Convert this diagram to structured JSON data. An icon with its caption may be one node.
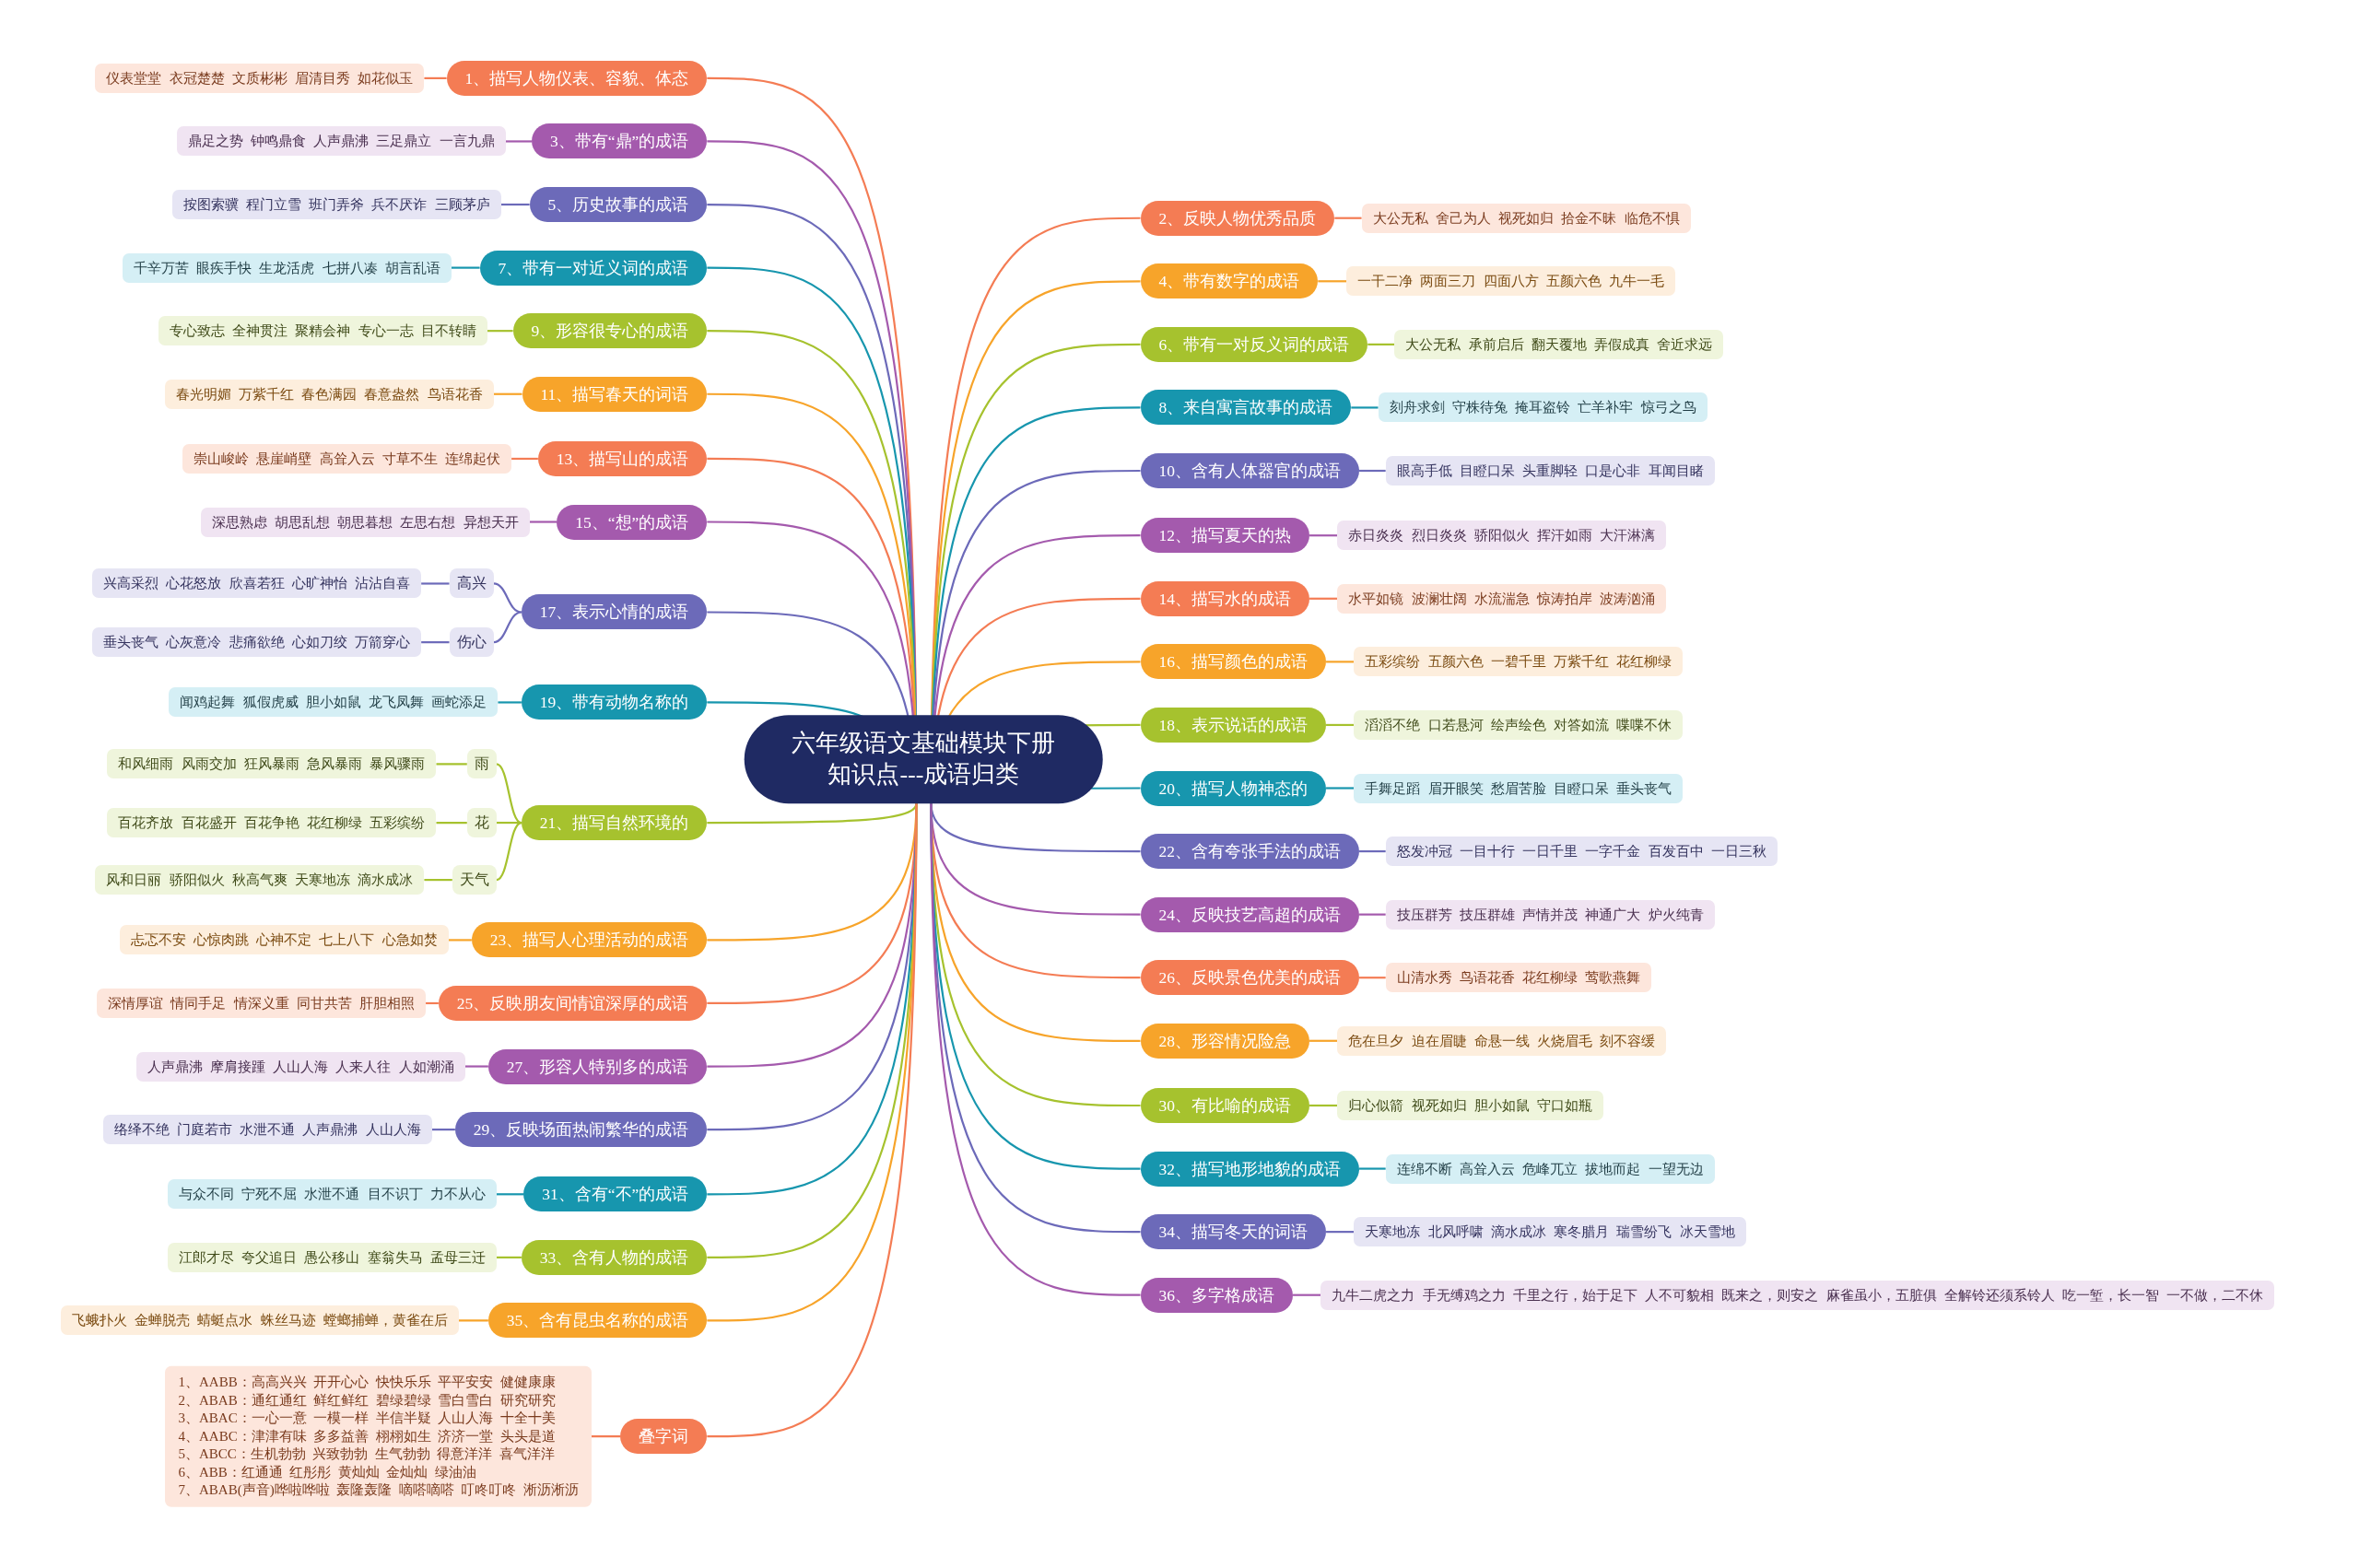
{
  "diagram": {
    "nodes": [
      {
        "text": [
          "六年级语文基础模块下册知识点---成语归类"
        ]
      },
      {
        "text": [
          "1、描写人物仪表、容貌、体态"
        ]
      },
      {
        "text": [
          "仪表堂堂 衣冠楚楚 文质彬彬 眉清目秀 如花似玉"
        ]
      },
      {
        "text": [
          "3、带有“鼎”的成语"
        ]
      },
      {
        "text": [
          "鼎足之势 钟鸣鼎食 人声鼎沸 三足鼎立 一言九鼎"
        ]
      },
      {
        "text": [
          "5、历史故事的成语"
        ]
      },
      {
        "text": [
          "按图索骥 程门立雪 班门弄斧 兵不厌诈 三顾茅庐"
        ]
      },
      {
        "text": [
          "7、带有一对近义词的成语"
        ]
      },
      {
        "text": [
          "千辛万苦 眼疾手快 生龙活虎 七拼八凑 胡言乱语"
        ]
      },
      {
        "text": [
          "9、形容很专心的成语"
        ]
      },
      {
        "text": [
          "专心致志 全神贯注 聚精会神 专心一志 目不转睛"
        ]
      },
      {
        "text": [
          "11、描写春天的词语"
        ]
      },
      {
        "text": [
          "春光明媚 万紫千红 春色满园 春意盎然 鸟语花香"
        ]
      },
      {
        "text": [
          "13、描写山的成语"
        ]
      },
      {
        "text": [
          "崇山峻岭 悬崖峭壁 高耸入云 寸草不生 连绵起伏"
        ]
      },
      {
        "text": [
          "15、“想”的成语"
        ]
      },
      {
        "text": [
          "深思熟虑 胡思乱想 朝思暮想 左思右想 异想天开"
        ]
      },
      {
        "text": [
          "17、表示心情的成语"
        ]
      },
      {
        "text": [
          "高兴"
        ]
      },
      {
        "text": [
          "兴高采烈 心花怒放 欣喜若狂 心旷神怡 沾沾自喜"
        ]
      },
      {
        "text": [
          "伤心"
        ]
      },
      {
        "text": [
          "垂头丧气 心灰意冷 悲痛欲绝 心如刀绞 万箭穿心"
        ]
      },
      {
        "text": [
          "19、带有动物名称的"
        ]
      },
      {
        "text": [
          "闻鸡起舞 狐假虎威 胆小如鼠 龙飞凤舞 画蛇添足"
        ]
      },
      {
        "text": [
          "21、描写自然环境的"
        ]
      },
      {
        "text": [
          "雨"
        ]
      },
      {
        "text": [
          "和风细雨 风雨交加 狂风暴雨 急风暴雨 暴风骤雨"
        ]
      },
      {
        "text": [
          "花"
        ]
      },
      {
        "text": [
          "百花齐放 百花盛开 百花争艳 花红柳绿 五彩缤纷"
        ]
      },
      {
        "text": [
          "天气"
        ]
      },
      {
        "text": [
          "风和日丽 骄阳似火 秋高气爽 天寒地冻 滴水成冰"
        ]
      },
      {
        "text": [
          "23、描写人心理活动的成语"
        ]
      },
      {
        "text": [
          "忐忑不安 心惊肉跳 心神不定 七上八下 心急如焚"
        ]
      },
      {
        "text": [
          "25、反映朋友间情谊深厚的成语"
        ]
      },
      {
        "text": [
          "深情厚谊 情同手足 情深义重 同甘共苦 肝胆相照"
        ]
      },
      {
        "text": [
          "27、形容人特别多的成语"
        ]
      },
      {
        "text": [
          "人声鼎沸 摩肩接踵 人山人海 人来人往 人如潮涌"
        ]
      },
      {
        "text": [
          "29、反映场面热闹繁华的成语"
        ]
      },
      {
        "text": [
          "络绎不绝 门庭若市 水泄不通 人声鼎沸 人山人海"
        ]
      },
      {
        "text": [
          "31、含有“不”的成语"
        ]
      },
      {
        "text": [
          "与众不同 宁死不屈 水泄不通 目不识丁 力不从心"
        ]
      },
      {
        "text": [
          "33、含有人物的成语"
        ]
      },
      {
        "text": [
          "江郎才尽 夸父追日 愚公移山 塞翁失马 孟母三迁"
        ]
      },
      {
        "text": [
          "35、含有昆虫名称的成语"
        ]
      },
      {
        "text": [
          "飞蛾扑火 金蝉脱壳 蜻蜓点水 蛛丝马迹 螳螂捕蝉，黄雀在后"
        ]
      },
      {
        "text": [
          "叠字词"
        ]
      },
      {
        "text": [
          "1、AABB：高高兴兴 开开心心 快快乐乐 平平安安 健健康康",
          "2、ABAB：通红通红 鲜红鲜红 碧绿碧绿 雪白雪白 研究研究",
          "3、ABAC：一心一意 一模一样 半信半疑 人山人海 十全十美",
          "4、AABC：津津有味 多多益善 栩栩如生 济济一堂 头头是道",
          "5、ABCC：生机勃勃 兴致勃勃 生气勃勃 得意洋洋 喜气洋洋",
          "6、ABB：红通通 红彤彤 黄灿灿 金灿灿 绿油油",
          "7、ABAB(声音)哗啦哗啦 轰隆轰隆 嘀嗒嘀嗒 叮咚叮咚 淅沥淅沥"
        ]
      },
      {
        "text": [
          "2、反映人物优秀品质"
        ]
      },
      {
        "text": [
          "大公无私 舍己为人 视死如归 拾金不昧 临危不惧"
        ]
      },
      {
        "text": [
          "4、带有数字的成语"
        ]
      },
      {
        "text": [
          "一干二净 两面三刀 四面八方 五颜六色 九牛一毛"
        ]
      },
      {
        "text": [
          "6、带有一对反义词的成语"
        ]
      },
      {
        "text": [
          "大公无私 承前启后 翻天覆地 弄假成真 舍近求远"
        ]
      },
      {
        "text": [
          "8、来自寓言故事的成语"
        ]
      },
      {
        "text": [
          "刻舟求剑 守株待兔 掩耳盗铃 亡羊补牢 惊弓之鸟"
        ]
      },
      {
        "text": [
          "10、含有人体器官的成语"
        ]
      },
      {
        "text": [
          "眼高手低 目瞪口呆 头重脚轻 口是心非 耳闻目睹"
        ]
      },
      {
        "text": [
          "12、描写夏天的热"
        ]
      },
      {
        "text": [
          "赤日炎炎 烈日炎炎 骄阳似火 挥汗如雨 大汗淋漓"
        ]
      },
      {
        "text": [
          "14、描写水的成语"
        ]
      },
      {
        "text": [
          "水平如镜 波澜壮阔 水流湍急 惊涛拍岸 波涛汹涌"
        ]
      },
      {
        "text": [
          "16、描写颜色的成语"
        ]
      },
      {
        "text": [
          "五彩缤纷 五颜六色 一碧千里 万紫千红 花红柳绿"
        ]
      },
      {
        "text": [
          "18、表示说话的成语"
        ]
      },
      {
        "text": [
          "滔滔不绝 口若悬河 绘声绘色 对答如流 喋喋不休"
        ]
      },
      {
        "text": [
          "20、描写人物神态的"
        ]
      },
      {
        "text": [
          "手舞足蹈 眉开眼笑 愁眉苦脸 目瞪口呆 垂头丧气"
        ]
      },
      {
        "text": [
          "22、含有夸张手法的成语"
        ]
      },
      {
        "text": [
          "怒发冲冠 一目十行 一日千里 一字千金 百发百中 一日三秋"
        ]
      },
      {
        "text": [
          "24、反映技艺高超的成语"
        ]
      },
      {
        "text": [
          "技压群芳 技压群雄 声情并茂 神通广大 炉火纯青"
        ]
      },
      {
        "text": [
          "26、反映景色优美的成语"
        ]
      },
      {
        "text": [
          "山清水秀 鸟语花香 花红柳绿 莺歌燕舞"
        ]
      },
      {
        "text": [
          "28、形容情况险急"
        ]
      },
      {
        "text": [
          "危在旦夕 迫在眉睫 命悬一线 火烧眉毛 刻不容缓"
        ]
      },
      {
        "text": [
          "30、有比喻的成语"
        ]
      },
      {
        "text": [
          "归心似箭 视死如归 胆小如鼠 守口如瓶"
        ]
      },
      {
        "text": [
          "32、描写地形地貌的成语"
        ]
      },
      {
        "text": [
          "连绵不断 高耸入云 危峰兀立 拔地而起 一望无边"
        ]
      },
      {
        "text": [
          "34、描写冬天的词语"
        ]
      },
      {
        "text": [
          "天寒地冻 北风呼啸 滴水成冰 寒冬腊月 瑞雪纷飞 冰天雪地"
        ]
      },
      {
        "text": [
          "36、多字格成语"
        ]
      },
      {
        "text": [
          "九牛二虎之力 手无缚鸡之力 千里之行，始于足下 人不可貌相 既来之，则安之 麻雀虽小，五脏俱 全解铃还须系铃人 吃一堑，长一智 一不做，二不休"
        ]
      }
    ],
    "edges": [
      {
        "from": 0,
        "to": 1,
        "arrow": "none",
        "color": "#f47c54"
      },
      {
        "from": 0,
        "to": 3,
        "arrow": "none",
        "color": "#a45aad"
      },
      {
        "from": 0,
        "to": 5,
        "arrow": "none",
        "color": "#6c6ab9"
      },
      {
        "from": 0,
        "to": 7,
        "arrow": "none",
        "color": "#1796ae"
      },
      {
        "from": 0,
        "to": 9,
        "arrow": "none",
        "color": "#a6c22e"
      },
      {
        "from": 0,
        "to": 11,
        "arrow": "none",
        "color": "#f7a42a"
      },
      {
        "from": 0,
        "to": 13,
        "arrow": "none",
        "color": "#f47c54"
      },
      {
        "from": 0,
        "to": 15,
        "arrow": "none",
        "color": "#a45aad"
      },
      {
        "from": 0,
        "to": 17,
        "arrow": "none",
        "color": "#6c6ab9"
      },
      {
        "from": 0,
        "to": 22,
        "arrow": "none",
        "color": "#1796ae"
      },
      {
        "from": 0,
        "to": 24,
        "arrow": "none",
        "color": "#a6c22e"
      },
      {
        "from": 0,
        "to": 31,
        "arrow": "none",
        "color": "#f7a42a"
      },
      {
        "from": 0,
        "to": 33,
        "arrow": "none",
        "color": "#f47c54"
      },
      {
        "from": 0,
        "to": 35,
        "arrow": "none",
        "color": "#a45aad"
      },
      {
        "from": 0,
        "to": 37,
        "arrow": "none",
        "color": "#6c6ab9"
      },
      {
        "from": 0,
        "to": 39,
        "arrow": "none",
        "color": "#1796ae"
      },
      {
        "from": 0,
        "to": 41,
        "arrow": "none",
        "color": "#a6c22e"
      },
      {
        "from": 0,
        "to": 43,
        "arrow": "none",
        "color": "#f7a42a"
      },
      {
        "from": 0,
        "to": 45,
        "arrow": "none",
        "color": "#f47c54"
      },
      {
        "from": 0,
        "to": 47,
        "arrow": "none",
        "color": "#f47c54"
      },
      {
        "from": 0,
        "to": 49,
        "arrow": "none",
        "color": "#f7a42a"
      },
      {
        "from": 0,
        "to": 51,
        "arrow": "none",
        "color": "#a6c22e"
      },
      {
        "from": 0,
        "to": 53,
        "arrow": "none",
        "color": "#1796ae"
      },
      {
        "from": 0,
        "to": 55,
        "arrow": "none",
        "color": "#6c6ab9"
      },
      {
        "from": 0,
        "to": 57,
        "arrow": "none",
        "color": "#a45aad"
      },
      {
        "from": 0,
        "to": 59,
        "arrow": "none",
        "color": "#f47c54"
      },
      {
        "from": 0,
        "to": 61,
        "arrow": "none",
        "color": "#f7a42a"
      },
      {
        "from": 0,
        "to": 63,
        "arrow": "none",
        "color": "#a6c22e"
      },
      {
        "from": 0,
        "to": 65,
        "arrow": "none",
        "color": "#1796ae"
      },
      {
        "from": 0,
        "to": 67,
        "arrow": "none",
        "color": "#6c6ab9"
      },
      {
        "from": 0,
        "to": 69,
        "arrow": "none",
        "color": "#a45aad"
      },
      {
        "from": 0,
        "to": 71,
        "arrow": "none",
        "color": "#f47c54"
      },
      {
        "from": 0,
        "to": 73,
        "arrow": "none",
        "color": "#f7a42a"
      },
      {
        "from": 0,
        "to": 75,
        "arrow": "none",
        "color": "#a6c22e"
      },
      {
        "from": 0,
        "to": 77,
        "arrow": "none",
        "color": "#1796ae"
      },
      {
        "from": 0,
        "to": 79,
        "arrow": "none",
        "color": "#6c6ab9"
      },
      {
        "from": 0,
        "to": 81,
        "arrow": "none",
        "color": "#a45aad"
      },
      {
        "from": 1,
        "to": 2,
        "arrow": "none",
        "color": "#f47c54"
      },
      {
        "from": 3,
        "to": 4,
        "arrow": "none",
        "color": "#a45aad"
      },
      {
        "from": 5,
        "to": 6,
        "arrow": "none",
        "color": "#6c6ab9"
      },
      {
        "from": 7,
        "to": 8,
        "arrow": "none",
        "color": "#1796ae"
      },
      {
        "from": 9,
        "to": 10,
        "arrow": "none",
        "color": "#a6c22e"
      },
      {
        "from": 11,
        "to": 12,
        "arrow": "none",
        "color": "#f7a42a"
      },
      {
        "from": 13,
        "to": 14,
        "arrow": "none",
        "color": "#f47c54"
      },
      {
        "from": 15,
        "to": 16,
        "arrow": "none",
        "color": "#a45aad"
      },
      {
        "from": 17,
        "to": 18,
        "arrow": "none",
        "color": "#6c6ab9"
      },
      {
        "from": 17,
        "to": 20,
        "arrow": "none",
        "color": "#6c6ab9"
      },
      {
        "from": 18,
        "to": 19,
        "arrow": "none",
        "color": "#6c6ab9"
      },
      {
        "from": 20,
        "to": 21,
        "arrow": "none",
        "color": "#6c6ab9"
      },
      {
        "from": 22,
        "to": 23,
        "arrow": "none",
        "color": "#1796ae"
      },
      {
        "from": 24,
        "to": 25,
        "arrow": "none",
        "color": "#a6c22e"
      },
      {
        "from": 24,
        "to": 27,
        "arrow": "none",
        "color": "#a6c22e"
      },
      {
        "from": 24,
        "to": 29,
        "arrow": "none",
        "color": "#a6c22e"
      },
      {
        "from": 25,
        "to": 26,
        "arrow": "none",
        "color": "#a6c22e"
      },
      {
        "from": 27,
        "to": 28,
        "arrow": "none",
        "color": "#a6c22e"
      },
      {
        "from": 29,
        "to": 30,
        "arrow": "none",
        "color": "#a6c22e"
      },
      {
        "from": 31,
        "to": 32,
        "arrow": "none",
        "color": "#f7a42a"
      },
      {
        "from": 33,
        "to": 34,
        "arrow": "none",
        "color": "#f47c54"
      },
      {
        "from": 35,
        "to": 36,
        "arrow": "none",
        "color": "#a45aad"
      },
      {
        "from": 37,
        "to": 38,
        "arrow": "none",
        "color": "#6c6ab9"
      },
      {
        "from": 39,
        "to": 40,
        "arrow": "none",
        "color": "#1796ae"
      },
      {
        "from": 41,
        "to": 42,
        "arrow": "none",
        "color": "#a6c22e"
      },
      {
        "from": 43,
        "to": 44,
        "arrow": "none",
        "color": "#f7a42a"
      },
      {
        "from": 45,
        "to": 46,
        "arrow": "none",
        "color": "#f47c54"
      },
      {
        "from": 47,
        "to": 48,
        "arrow": "none",
        "color": "#f47c54"
      },
      {
        "from": 49,
        "to": 50,
        "arrow": "none",
        "color": "#f7a42a"
      },
      {
        "from": 51,
        "to": 52,
        "arrow": "none",
        "color": "#a6c22e"
      },
      {
        "from": 53,
        "to": 54,
        "arrow": "none",
        "color": "#1796ae"
      },
      {
        "from": 55,
        "to": 56,
        "arrow": "none",
        "color": "#6c6ab9"
      },
      {
        "from": 57,
        "to": 58,
        "arrow": "none",
        "color": "#a45aad"
      },
      {
        "from": 59,
        "to": 60,
        "arrow": "none",
        "color": "#f47c54"
      },
      {
        "from": 61,
        "to": 62,
        "arrow": "none",
        "color": "#f7a42a"
      },
      {
        "from": 63,
        "to": 64,
        "arrow": "none",
        "color": "#a6c22e"
      },
      {
        "from": 65,
        "to": 66,
        "arrow": "none",
        "color": "#1796ae"
      },
      {
        "from": 67,
        "to": 68,
        "arrow": "none",
        "color": "#6c6ab9"
      },
      {
        "from": 69,
        "to": 70,
        "arrow": "none",
        "color": "#a45aad"
      },
      {
        "from": 71,
        "to": 72,
        "arrow": "none",
        "color": "#f47c54"
      },
      {
        "from": 73,
        "to": 74,
        "arrow": "none",
        "color": "#f7a42a"
      },
      {
        "from": 75,
        "to": 76,
        "arrow": "none",
        "color": "#a6c22e"
      },
      {
        "from": 77,
        "to": 78,
        "arrow": "none",
        "color": "#1796ae"
      },
      {
        "from": 79,
        "to": 80,
        "arrow": "none",
        "color": "#6c6ab9"
      },
      {
        "from": 81,
        "to": 82,
        "arrow": "none",
        "color": "#a45aad"
      }
    ]
  }
}
